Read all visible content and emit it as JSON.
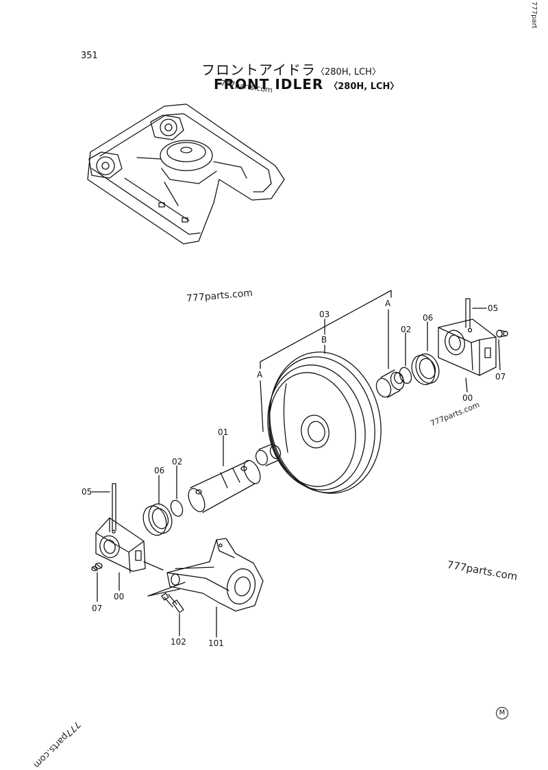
{
  "page_number": "351",
  "title": {
    "japanese": "フロントアイドラ",
    "japanese_sub": "〈280H, LCH〉",
    "english": "FRONT IDLER",
    "english_sub": "〈280H, LCH〉"
  },
  "watermarks": {
    "top_right": "777part",
    "title_overlay": "777parts.com",
    "middle": "777parts.com",
    "small": "777parts.com",
    "right": "777parts.com",
    "bottom": "777parts.com"
  },
  "callouts": {
    "c03": "03",
    "cB": "B",
    "cA_top": "A",
    "cA_left": "A",
    "c02_top": "02",
    "c06_top": "06",
    "c05_top": "05",
    "c07_top": "07",
    "c00_top": "00",
    "c01": "01",
    "c06_left": "06",
    "c02_left": "02",
    "c05_left": "05",
    "c07_left": "07",
    "c00_left": "00",
    "c102": "102",
    "c101": "101"
  },
  "mark": "M"
}
